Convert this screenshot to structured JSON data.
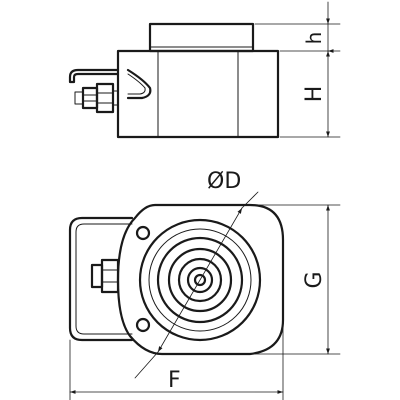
{
  "drawing": {
    "labels": {
      "h": "h",
      "H": "H",
      "D": "ØD",
      "G": "G",
      "F": "F"
    },
    "colors": {
      "stroke": "#1a1a1a",
      "background": "#ffffff"
    }
  }
}
